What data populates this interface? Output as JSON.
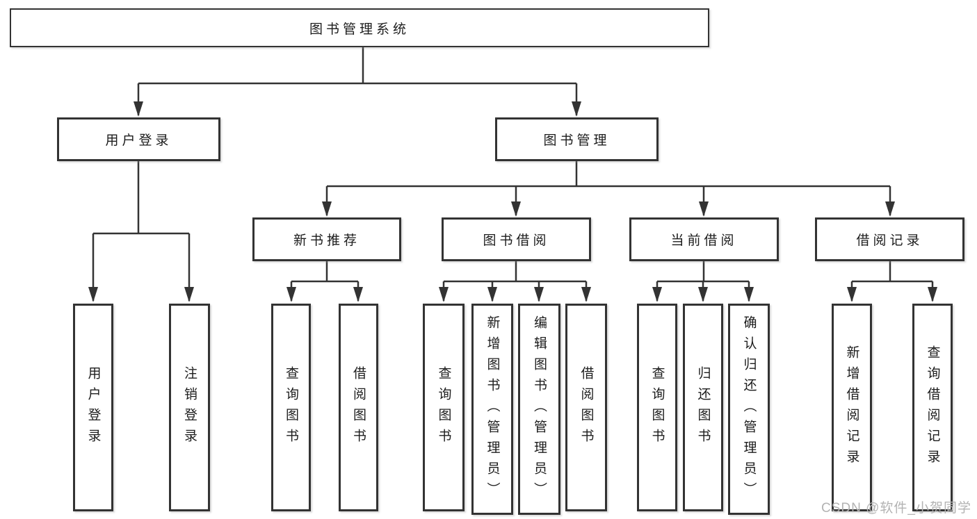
{
  "page": {
    "watermark": "CSDN @软件_小贺同学"
  },
  "colors": {
    "background": "#ffffff",
    "line": "#333333",
    "box_border": "#333333",
    "text": "#1c1c1c",
    "watermark": "#b3b3b3"
  },
  "diagram": {
    "type": "hierarchy",
    "root": {
      "label": "图书管理系统"
    },
    "branches": [
      {
        "label": "用户登录",
        "children": [
          {
            "label": "用户登录"
          },
          {
            "label": "注销登录"
          }
        ]
      },
      {
        "label": "图书管理",
        "children": [
          {
            "label": "新书推荐",
            "children": [
              {
                "label": "查询图书"
              },
              {
                "label": "借阅图书"
              }
            ]
          },
          {
            "label": "图书借阅",
            "children": [
              {
                "label": "查询图书"
              },
              {
                "label": "新增图书（管理员）"
              },
              {
                "label": "编辑图书（管理员）"
              },
              {
                "label": "借阅图书"
              }
            ]
          },
          {
            "label": "当前借阅",
            "children": [
              {
                "label": "查询图书"
              },
              {
                "label": "归还图书"
              },
              {
                "label": "确认归还（管理员）"
              }
            ]
          },
          {
            "label": "借阅记录",
            "children": [
              {
                "label": "新增借阅记录"
              },
              {
                "label": "查询借阅记录"
              }
            ]
          }
        ]
      }
    ]
  }
}
